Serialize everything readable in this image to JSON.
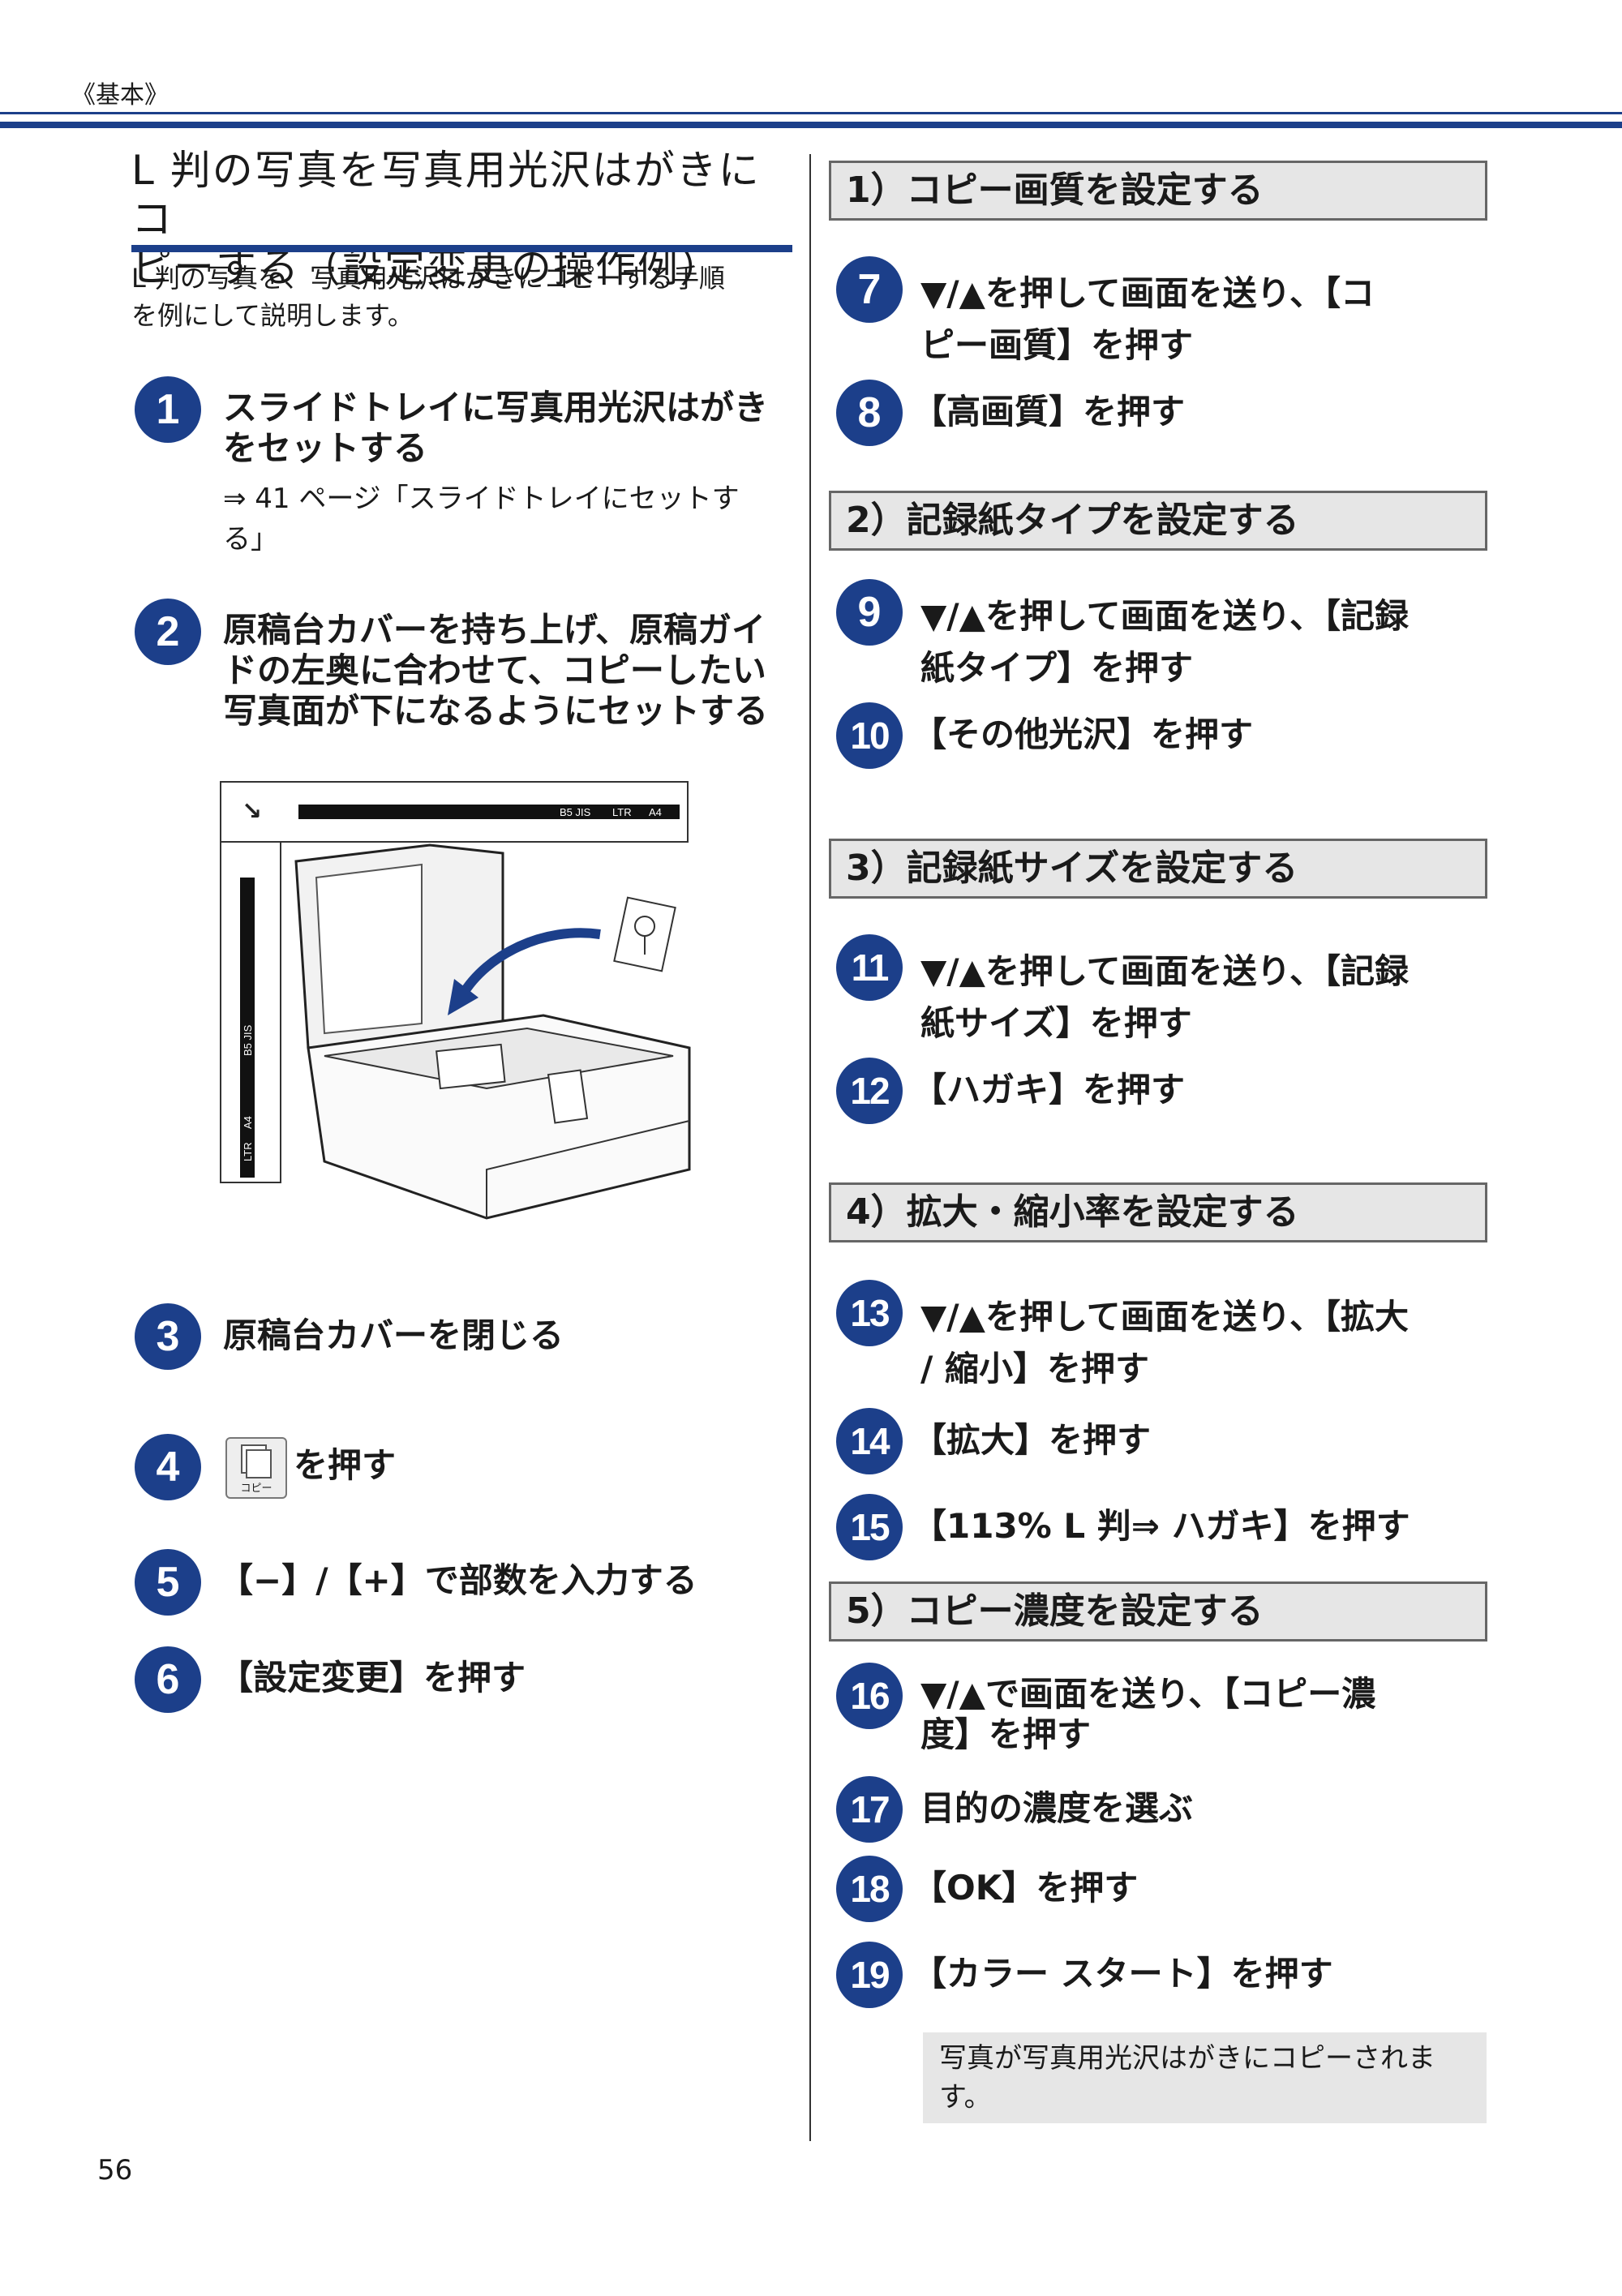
{
  "header": {
    "label": "《基本》"
  },
  "section": {
    "title_line1": "L 判の写真を写真用光沢はがきにコ",
    "title_line2": "ピーする（設定変更の操作例）",
    "intro_line1": "L 判の写真を、写真用光沢はがきにコピーする手順",
    "intro_line2": "を例にして説明します。"
  },
  "steps_left": [
    {
      "num": "1",
      "line1": "スライドトレイに写真用光沢はがき",
      "line2": "をセットする",
      "ref1": "⇒ 41 ページ「スライドトレイにセットす",
      "ref2": "る」"
    },
    {
      "num": "2",
      "line1": "原稿台カバーを持ち上げ、原稿ガイ",
      "line2": "ドの左奥に合わせて、コピーしたい",
      "line3": "写真面が下になるようにセットする"
    },
    {
      "num": "3",
      "line1": "原稿台カバーを閉じる"
    },
    {
      "num": "4",
      "line1": "を押す",
      "icon_label": "コピー"
    },
    {
      "num": "5",
      "line1": "【−】/【+】で部数を入力する"
    },
    {
      "num": "6",
      "line1": "【設定変更】を押す"
    }
  ],
  "illustration": {
    "ruler_labels": [
      "B5 JIS",
      "LTR",
      "A4"
    ],
    "ruler_vertical_labels": [
      "B5 JIS",
      "LTR",
      "A4"
    ]
  },
  "right_sections": [
    {
      "header": "1）コピー画質を設定する",
      "steps": [
        {
          "num": "7",
          "line1": "▼/▲を押して画面を送り、【コ",
          "line2": "ピー画質】を押す"
        },
        {
          "num": "8",
          "line1": "【高画質】を押す"
        }
      ]
    },
    {
      "header": "2）記録紙タイプを設定する",
      "steps": [
        {
          "num": "9",
          "line1": "▼/▲を押して画面を送り、【記録",
          "line2": "紙タイプ】を押す"
        },
        {
          "num": "10",
          "line1": "【その他光沢】を押す"
        }
      ]
    },
    {
      "header": "3）記録紙サイズを設定する",
      "steps": [
        {
          "num": "11",
          "line1": "▼/▲を押して画面を送り、【記録",
          "line2": "紙サイズ】を押す"
        },
        {
          "num": "12",
          "line1": "【ハガキ】を押す"
        }
      ]
    },
    {
      "header": "4）拡大・縮小率を設定する",
      "steps": [
        {
          "num": "13",
          "line1": "▼/▲を押して画面を送り、【拡大",
          "line2": "/ 縮小】を押す"
        },
        {
          "num": "14",
          "line1": "【拡大】を押す"
        },
        {
          "num": "15",
          "line1": "【113% L 判⇒ ハガキ】を押す"
        }
      ]
    },
    {
      "header": "5）コピー濃度を設定する",
      "steps": [
        {
          "num": "16",
          "line1": "▼/▲で画面を送り、【コピー濃",
          "line2": "度】を押す"
        },
        {
          "num": "17",
          "line1": "目的の濃度を選ぶ"
        },
        {
          "num": "18",
          "line1": "【OK】を押す"
        },
        {
          "num": "19",
          "line1": "【カラー スタート】を押す"
        }
      ]
    }
  ],
  "result": {
    "line1": "写真が写真用光沢はがきにコピーされま",
    "line2": "す。"
  },
  "footer": {
    "page_number": "56"
  },
  "colors": {
    "accent": "#1c3f8a",
    "header_fill": "#e6e6e6"
  }
}
